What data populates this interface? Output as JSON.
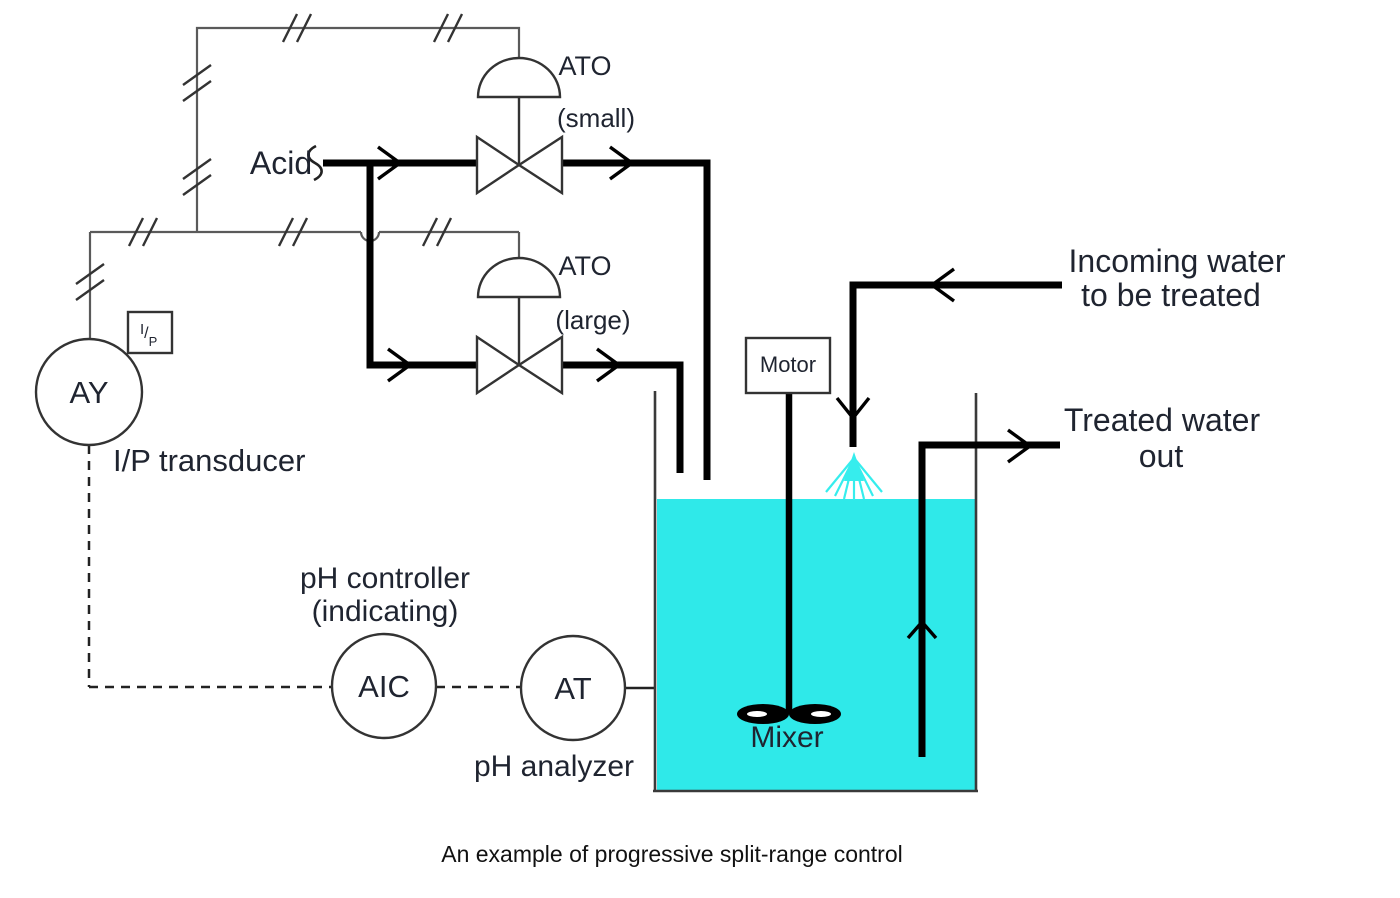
{
  "caption": "An example of progressive split-range control",
  "labels": {
    "acid": "Acid",
    "ato_small_actuator": "ATO",
    "ato_small_size": "(small)",
    "ato_large_actuator": "ATO",
    "ato_large_size": "(large)",
    "ip_box_i": "I",
    "ip_box_slash": "/",
    "ip_box_p": "P",
    "ay_bubble": "AY",
    "ip_transducer": "I/P transducer",
    "ph_controller_line1": "pH controller",
    "ph_controller_line2": "(indicating)",
    "aic_bubble": "AIC",
    "at_bubble": "AT",
    "ph_analyzer": "pH analyzer",
    "motor": "Motor",
    "mixer": "Mixer",
    "incoming_line1": "Incoming water",
    "incoming_line2": "to be treated",
    "treated_line1": "Treated water",
    "treated_line2": "out"
  },
  "colors": {
    "water": "#2FE9E9",
    "spray": "#36EDED",
    "pipe": "#000000",
    "pneumatic_signal": "#5a5a5a",
    "component_outline": "#333333",
    "text": "#1f2430"
  }
}
